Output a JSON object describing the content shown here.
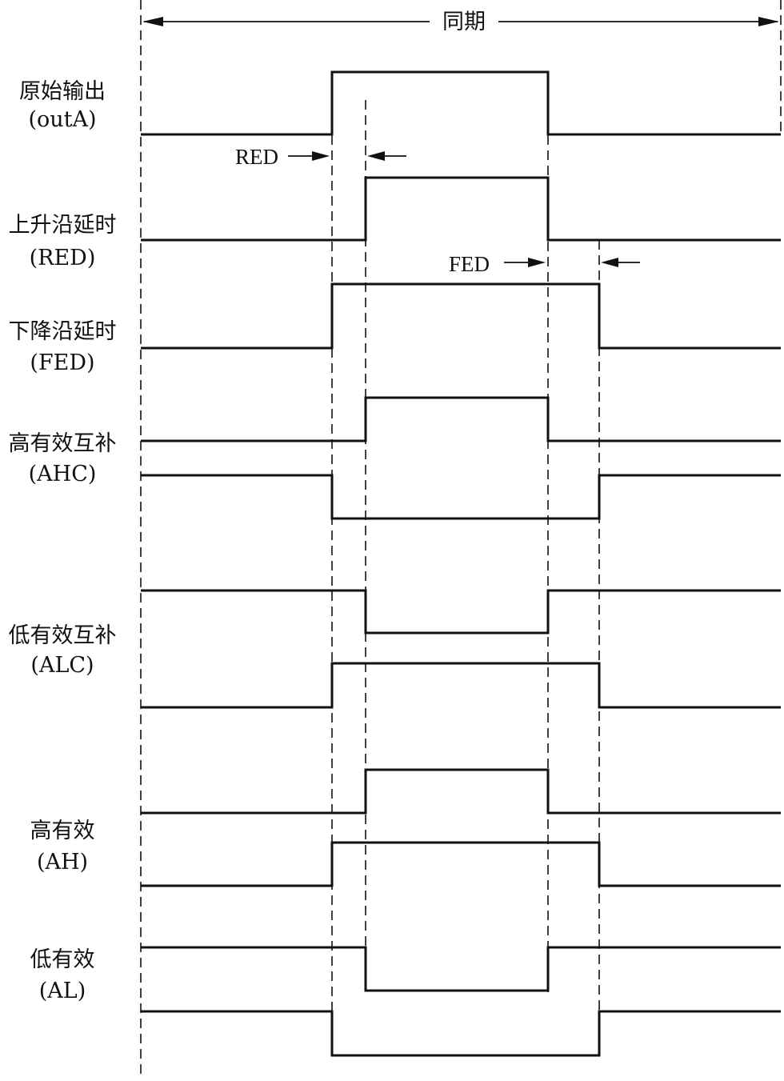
{
  "period_label": "同期",
  "markers": {
    "red": "RED",
    "fed": "FED"
  },
  "signals": [
    {
      "id": "outA",
      "label": "原始输出",
      "sublabel": "(outA)"
    },
    {
      "id": "red",
      "label": "上升沿延时",
      "sublabel": "(RED)"
    },
    {
      "id": "fed",
      "label": "下降沿延时",
      "sublabel": "(FED)"
    },
    {
      "id": "ahc",
      "label": "高有效互补",
      "sublabel": "(AHC)"
    },
    {
      "id": "alc",
      "label": "低有效互补",
      "sublabel": "(ALC)"
    },
    {
      "id": "ah",
      "label": "高有效",
      "sublabel": "(AH)"
    },
    {
      "id": "al",
      "label": "低有效",
      "sublabel": "(AL)"
    }
  ]
}
